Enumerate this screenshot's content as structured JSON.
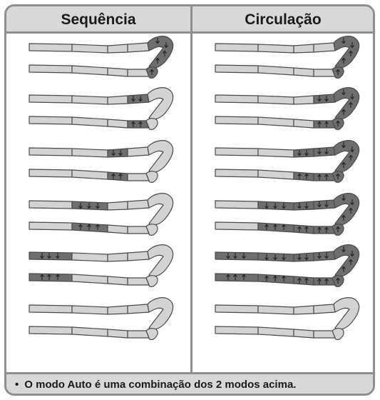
{
  "titles": {
    "sequence": "Sequência",
    "circulation": "Circulação"
  },
  "footer": {
    "bullet": "•",
    "note": "O modo Auto é uma combinação dos 2 modos acima."
  },
  "colors": {
    "frame": "#8f8f8f",
    "header_bg": "#d8d8d8",
    "leg_fill": "#d3d3d3",
    "leg_stroke": "#4a4a4a",
    "active_fill": "#6e6e6e",
    "arrow": "#222222"
  },
  "diagram": {
    "rows": 6,
    "segments": [
      "thigh",
      "knee",
      "calf",
      "ankle",
      "foot"
    ],
    "sequence": [
      [
        "foot"
      ],
      [
        "ankle"
      ],
      [
        "calf"
      ],
      [
        "knee"
      ],
      [
        "thigh"
      ],
      []
    ],
    "circulation": [
      [
        "foot"
      ],
      [
        "ankle",
        "foot"
      ],
      [
        "calf",
        "ankle",
        "foot"
      ],
      [
        "knee",
        "calf",
        "ankle",
        "foot"
      ],
      [
        "thigh",
        "knee",
        "calf",
        "ankle",
        "foot"
      ],
      []
    ]
  }
}
